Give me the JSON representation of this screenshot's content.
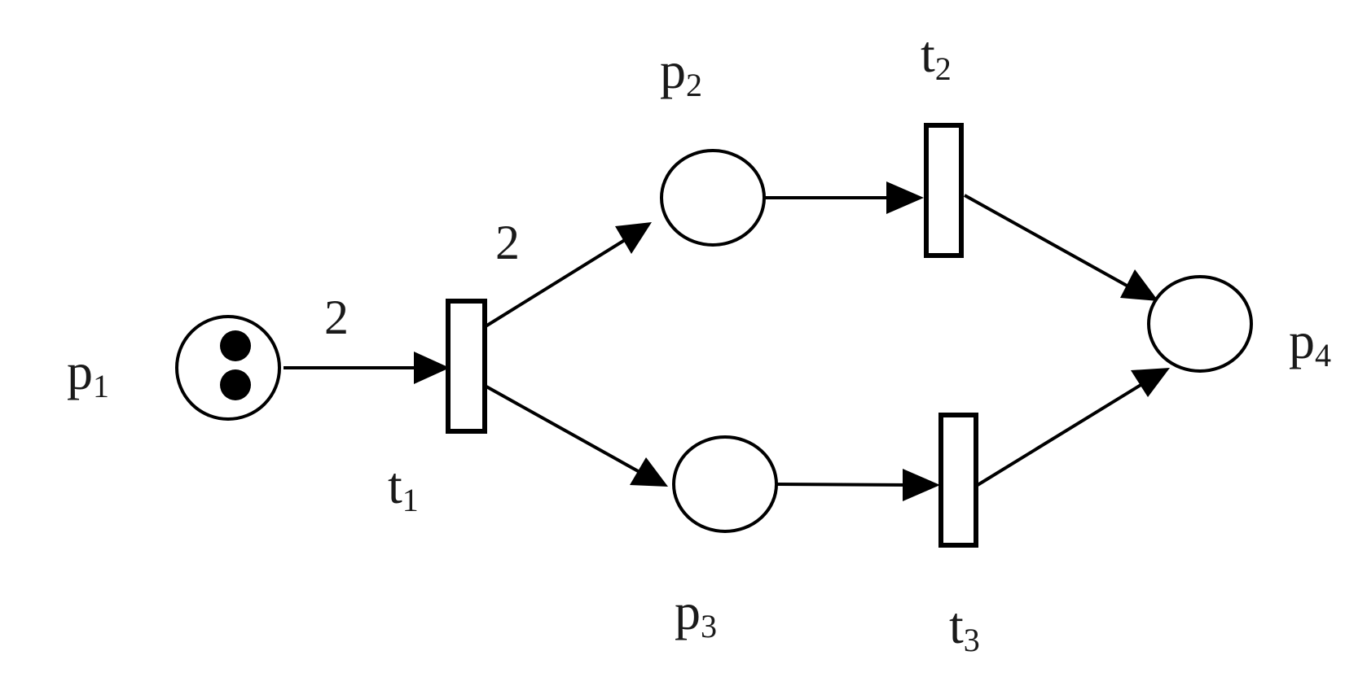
{
  "diagram": {
    "places": [
      {
        "id": "p1",
        "label": "p",
        "sub": "1",
        "tokens": 2
      },
      {
        "id": "p2",
        "label": "p",
        "sub": "2",
        "tokens": 0
      },
      {
        "id": "p3",
        "label": "p",
        "sub": "3",
        "tokens": 0
      },
      {
        "id": "p4",
        "label": "p",
        "sub": "4",
        "tokens": 0
      }
    ],
    "transitions": [
      {
        "id": "t1",
        "label": "t",
        "sub": "1"
      },
      {
        "id": "t2",
        "label": "t",
        "sub": "2"
      },
      {
        "id": "t3",
        "label": "t",
        "sub": "3"
      }
    ],
    "arcs": [
      {
        "from": "p1",
        "to": "t1",
        "weight": "2"
      },
      {
        "from": "t1",
        "to": "p2",
        "weight": "2"
      },
      {
        "from": "t1",
        "to": "p3",
        "weight": ""
      },
      {
        "from": "p2",
        "to": "t2",
        "weight": ""
      },
      {
        "from": "p3",
        "to": "t3",
        "weight": ""
      },
      {
        "from": "t2",
        "to": "p4",
        "weight": ""
      },
      {
        "from": "t3",
        "to": "p4",
        "weight": ""
      }
    ]
  }
}
